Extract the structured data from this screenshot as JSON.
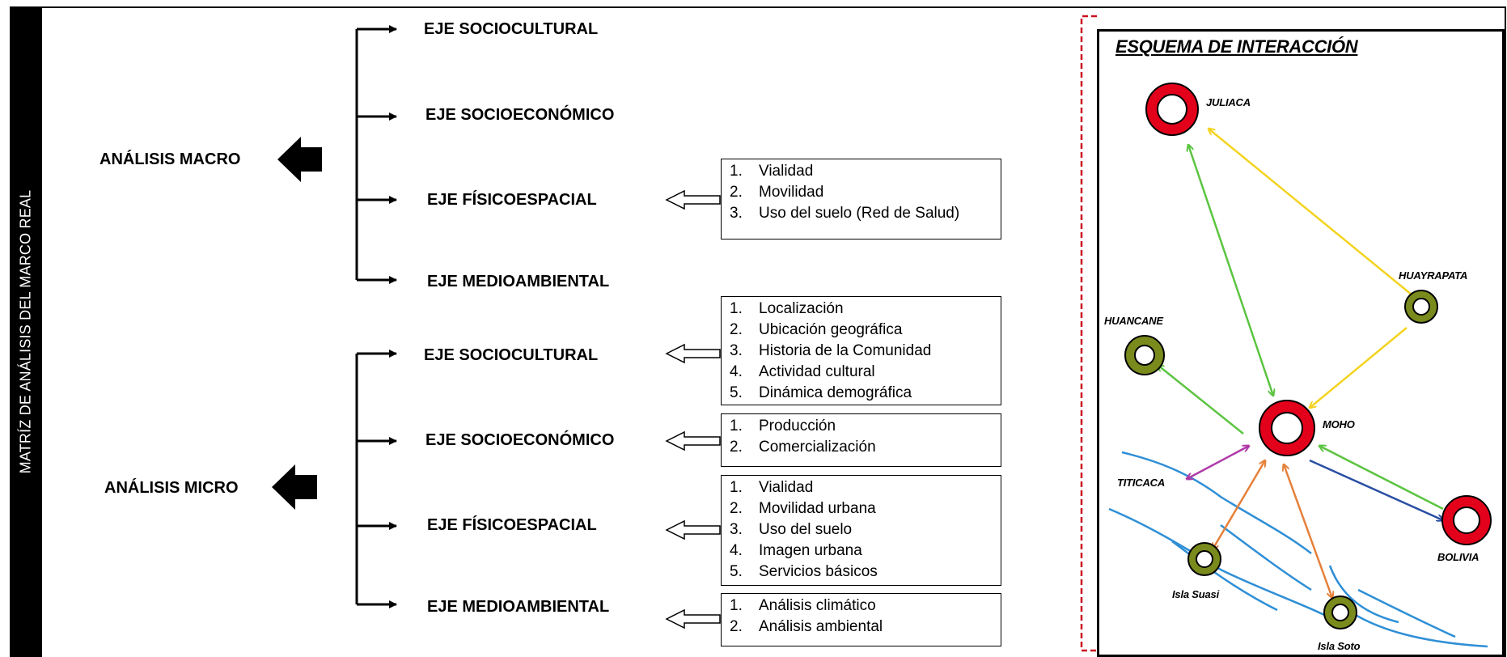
{
  "side_title": "MATRÍZ DE ANÁLISIS DEL MARCO REAL",
  "macro": {
    "label": "ANÁLISIS MACRO",
    "axes": [
      "EJE SOCIOCULTURAL",
      "EJE SOCIOECONÓMICO",
      "EJE FÍSICOESPACIAL",
      "EJE MEDIOAMBIENTAL"
    ],
    "fisico_items": [
      "1.|Vialidad",
      "2.|Movilidad",
      "3.|Uso del suelo (Red de Salud)"
    ]
  },
  "micro": {
    "label": "ANÁLISIS MICRO",
    "axes": [
      "EJE SOCIOCULTURAL",
      "EJE SOCIOECONÓMICO",
      "EJE FÍSICOESPACIAL",
      "EJE MEDIOAMBIENTAL"
    ],
    "boxes": {
      "sociocultural": [
        "1.|Localización",
        "2.|Ubicación geográfica",
        "3.|Historia de la Comunidad",
        "4.|Actividad cultural",
        "5.|Dinámica demográfica"
      ],
      "socioeconomico": [
        "1.|Producción",
        "2.|Comercialización"
      ],
      "fisicoespacial": [
        "1.|Vialidad",
        "2.|Movilidad urbana",
        "3.|Uso del suelo",
        "4.|Imagen urbana",
        "5.|Servicios básicos"
      ],
      "medioambiental": [
        "1.|Análisis climático",
        "2.|Análisis ambiental"
      ]
    }
  },
  "schema": {
    "title": "ESQUEMA DE INTERACCIÓN",
    "nodes": {
      "juliaca": "JULIACA",
      "huayrapata": "HUAYRAPATA",
      "huancane": "HUANCANE",
      "moho": "MOHO",
      "titicaca": "TITICACA",
      "bolivia": "BOLIVIA",
      "suasi": "Isla Suasi",
      "soto": "Isla Soto"
    },
    "colors": {
      "major_ring": "#e3001b",
      "minor_ring": "#7a8a1c",
      "green": "#5cc441",
      "yellow": "#f4d320",
      "blue": "#2b4fa3",
      "purple": "#b03aa8",
      "orange": "#e5803a",
      "lake": "#2f8fd6",
      "frame_dash": "#cc1020"
    }
  }
}
